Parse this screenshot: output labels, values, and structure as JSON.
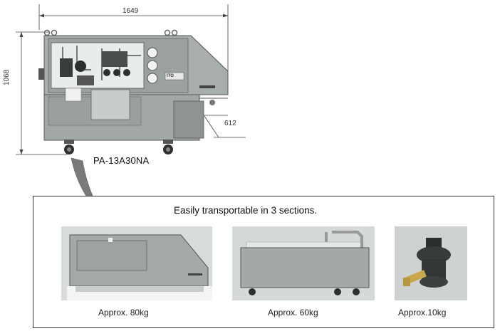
{
  "dimensions": {
    "width": "1649",
    "height": "1068",
    "depth": "612"
  },
  "main_unit": {
    "model": "PA-13A30NA",
    "logo_text": "ITO"
  },
  "sections_box": {
    "title": "Easily transportable in 3 sections.",
    "items": [
      {
        "caption": "Approx. 80kg"
      },
      {
        "caption": "Approx. 60kg"
      },
      {
        "caption": "Approx.10kg"
      }
    ]
  },
  "colors": {
    "machine_body": "#a8adad",
    "machine_dark": "#6d7272",
    "arrow_gray": "#7a7a7a",
    "frame": "#333333"
  }
}
